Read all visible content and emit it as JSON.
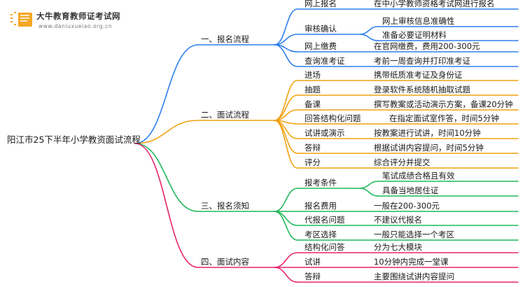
{
  "brand": {
    "title": "大牛教育教师证考试网",
    "url": "www.daniuxueiao.org.cn"
  },
  "root": "阳江市25下半年小学教资面试流程",
  "colors": {
    "blue": "#2d7ff0",
    "orange": "#f0a20f",
    "green": "#1fb85a",
    "pink": "#e6266f"
  },
  "branches": [
    {
      "title": "一、报名流程",
      "items": [
        {
          "label": "网上报名",
          "details": [
            "在中小学教师资格考试网进行报名"
          ]
        },
        {
          "label": "审核确认",
          "details": [
            "网上审核信息准确性",
            "准备必要证明材料"
          ]
        },
        {
          "label": "网上缴费",
          "details": [
            "在官网缴费，费用200-300元"
          ]
        },
        {
          "label": "查询准考证",
          "details": [
            "考前一周查询并打印准考证"
          ]
        }
      ]
    },
    {
      "title": "二、面试流程",
      "items": [
        {
          "label": "进场",
          "details": [
            "携带纸质准考证及身份证"
          ]
        },
        {
          "label": "抽题",
          "details": [
            "登录软件系统随机抽取试题"
          ]
        },
        {
          "label": "备课",
          "details": [
            "撰写教案或活动演示方案，备课20分钟"
          ]
        },
        {
          "label": "回答结构化问题",
          "details": [
            "在指定面试室作答，时间5分钟"
          ]
        },
        {
          "label": "试讲或演示",
          "details": [
            "按教案进行试讲，时间10分钟"
          ]
        },
        {
          "label": "答辩",
          "details": [
            "根据试讲内容提问，时间5分钟"
          ]
        },
        {
          "label": "评分",
          "details": [
            "综合评分并提交"
          ]
        }
      ]
    },
    {
      "title": "三、报名须知",
      "items": [
        {
          "label": "报考条件",
          "details": [
            "笔试成绩合格且有效",
            "具备当地居住证"
          ]
        },
        {
          "label": "报名费用",
          "details": [
            "一般在200-300元"
          ]
        },
        {
          "label": "代报名问题",
          "details": [
            "不建议代报名"
          ]
        },
        {
          "label": "考区选择",
          "details": [
            "一般只能选择一个考区"
          ]
        }
      ]
    },
    {
      "title": "四、面试内容",
      "items": [
        {
          "label": "结构化问答",
          "details": [
            "分为七大模块"
          ]
        },
        {
          "label": "试讲",
          "details": [
            "10分钟内完成一堂课"
          ]
        },
        {
          "label": "答辩",
          "details": [
            "主要围绕试讲内容提问"
          ]
        }
      ]
    }
  ]
}
